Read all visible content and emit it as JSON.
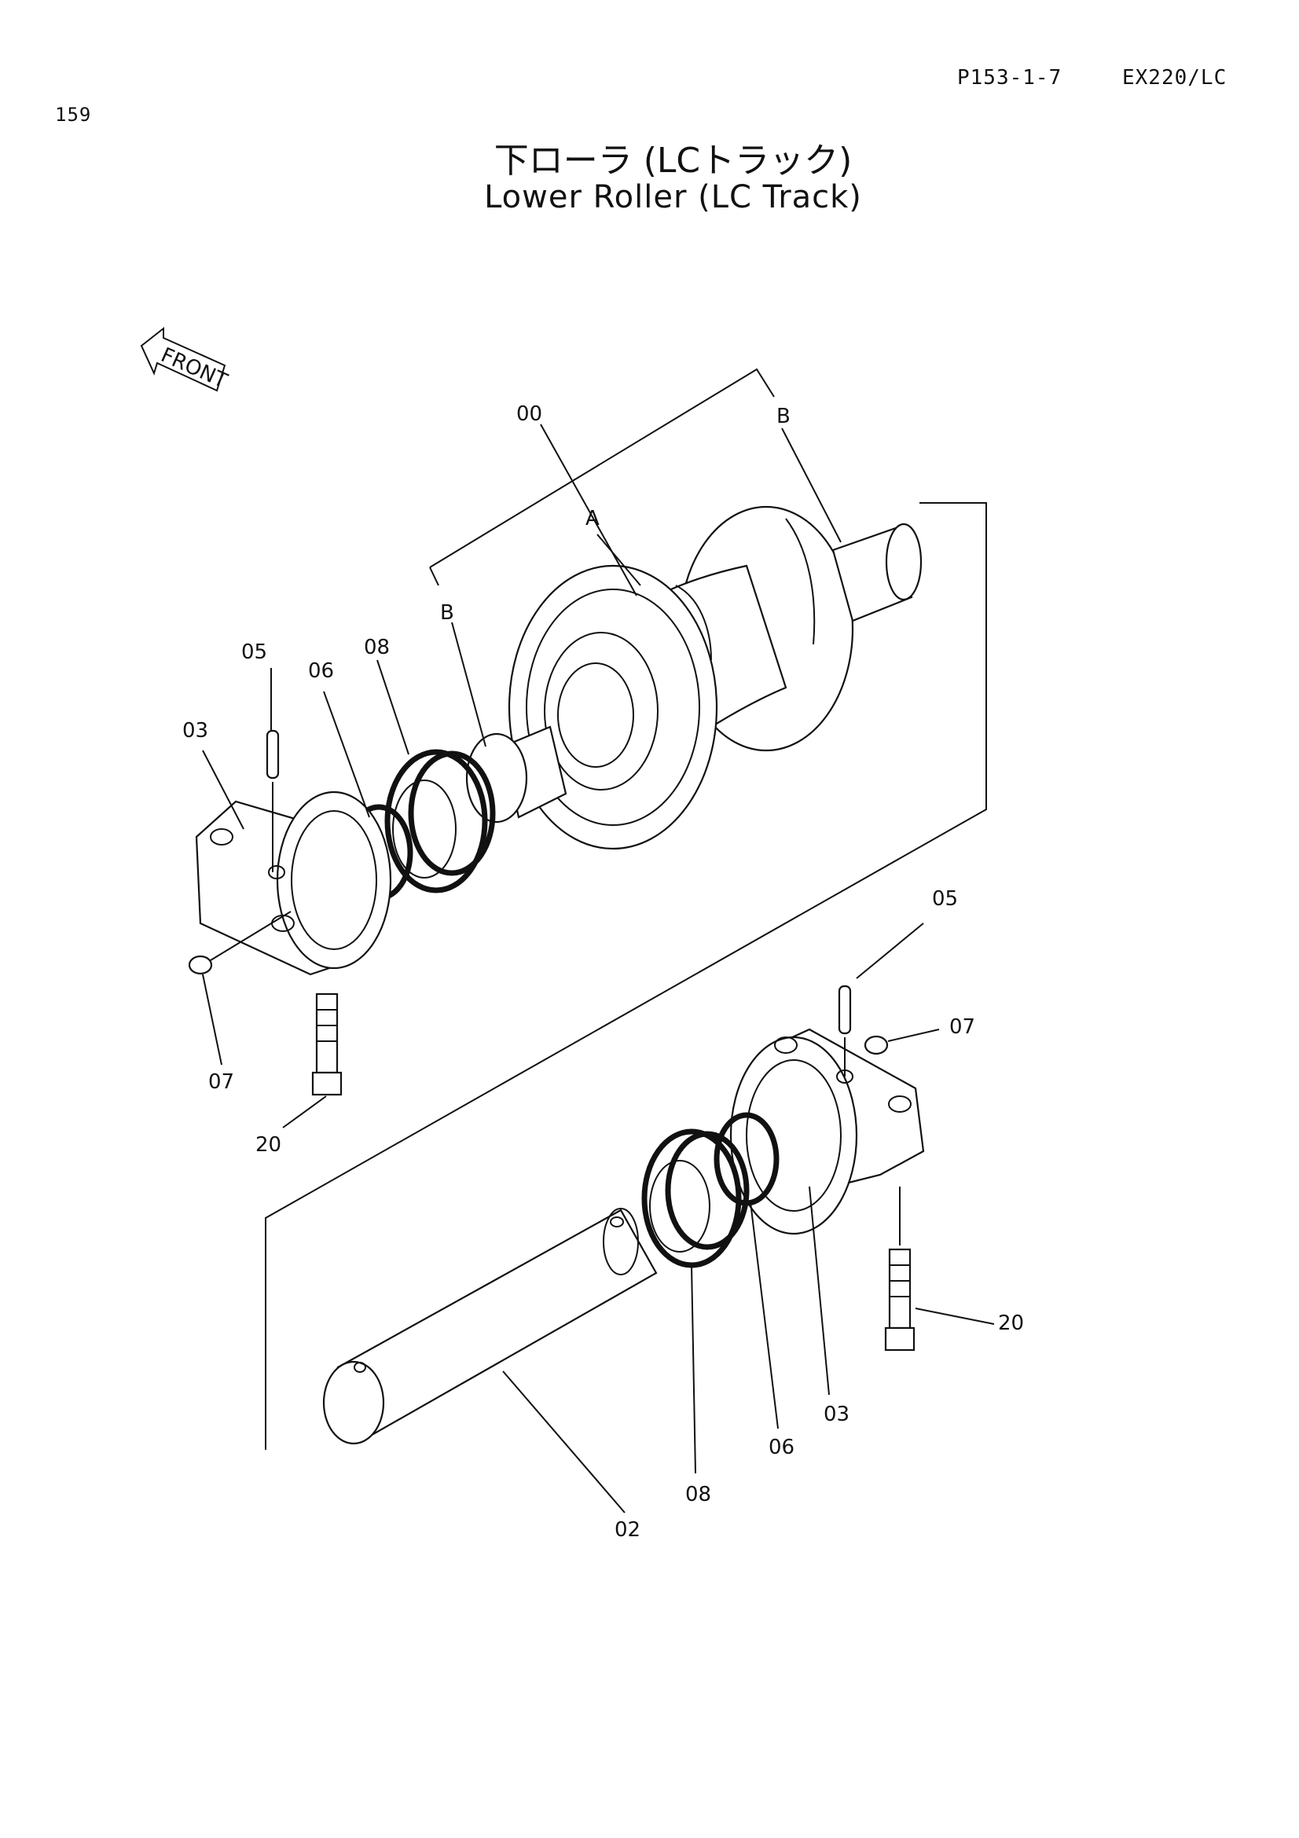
{
  "header": {
    "page_number": "159",
    "ref_code": "P153-1-7",
    "model": "EX220/LC"
  },
  "title": {
    "ja": "下ローラ (LCトラック)",
    "en": "Lower Roller (LC Track)"
  },
  "front_arrow": {
    "label": "FRONT",
    "icon": "front-arrow-icon"
  },
  "callouts": {
    "assembly": "00",
    "sub_a": "A",
    "sub_b_right": "B",
    "sub_b_left": "B",
    "pin_upper": "05",
    "oring_upper": "06",
    "seal_upper": "08",
    "collar_upper": "03",
    "plug_upper": "07",
    "bolt_upper": "20",
    "pin_lower": "05",
    "plug_lower": "07",
    "bolt_lower": "20",
    "collar_lower": "03",
    "oring_lower": "06",
    "seal_lower": "08",
    "shaft": "02"
  }
}
